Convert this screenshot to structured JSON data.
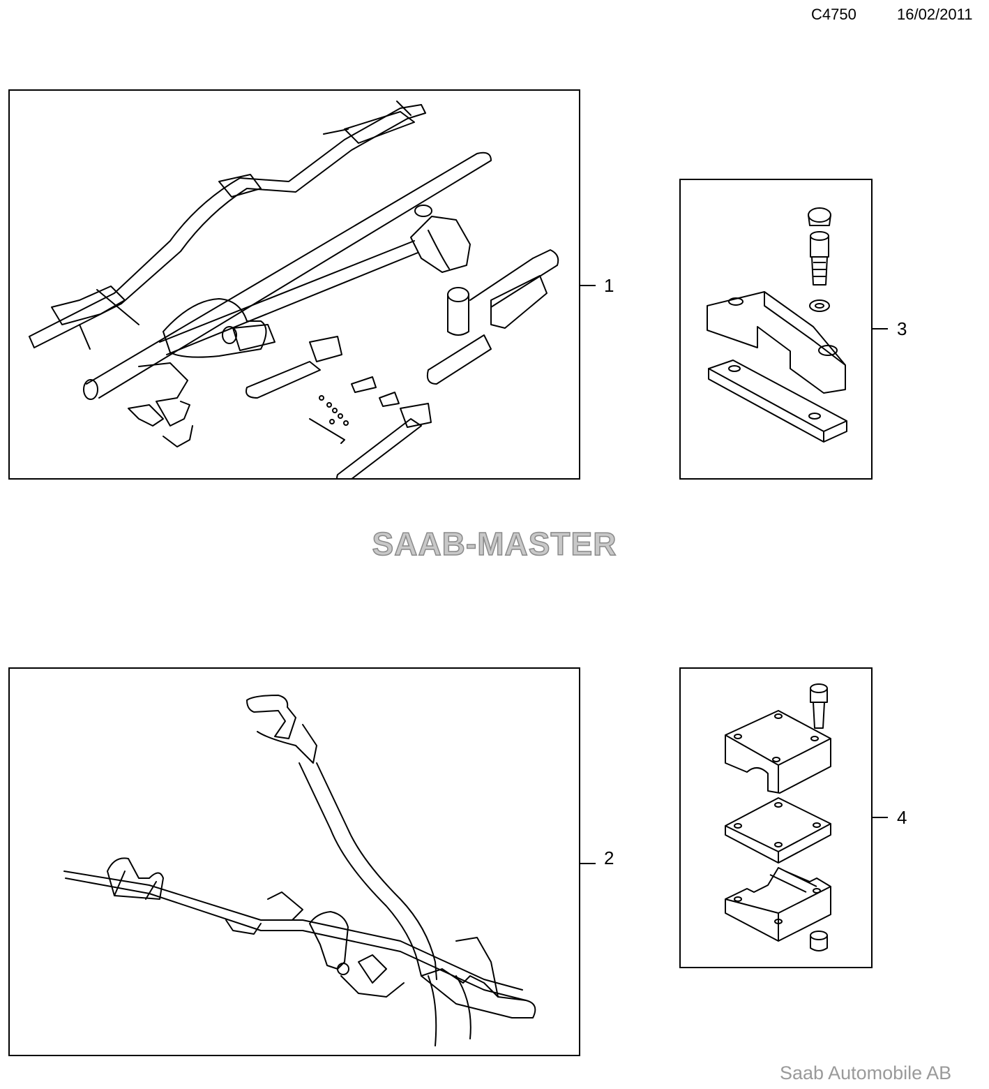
{
  "header": {
    "code": "C4750",
    "date": "16/02/2011"
  },
  "callouts": [
    {
      "id": "1",
      "label": "1"
    },
    {
      "id": "2",
      "label": "2"
    },
    {
      "id": "3",
      "label": "3"
    },
    {
      "id": "4",
      "label": "4"
    }
  ],
  "watermark": {
    "text": "SAAB-MASTER"
  },
  "footer": {
    "text": "Saab Automobile AB"
  },
  "colors": {
    "line": "#000000",
    "watermark": "#c8c8c8",
    "footer": "#9a9a9a"
  }
}
